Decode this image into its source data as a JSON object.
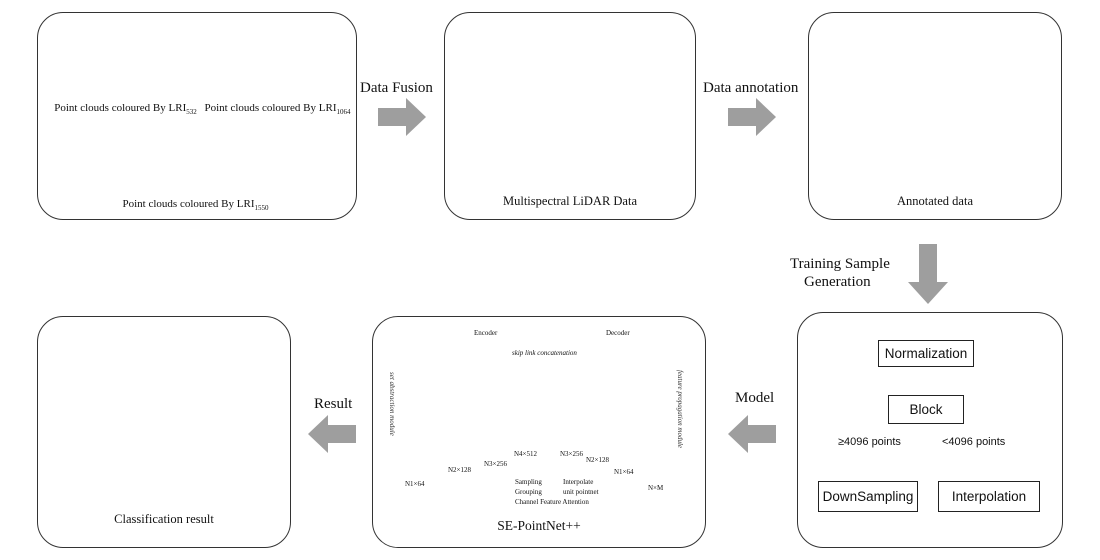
{
  "panels": {
    "input": {
      "label_532": {
        "text": "Point clouds coloured By LRI",
        "sub": "532"
      },
      "label_1064": {
        "text": "Point clouds coloured By LRI",
        "sub": "1064"
      },
      "label_1550": {
        "text": "Point clouds coloured By LRI",
        "sub": "1550"
      }
    },
    "fusion": {
      "caption": "Multispectral LiDAR Data"
    },
    "annotated": {
      "caption": "Annotated data"
    },
    "result": {
      "caption": "Classification result"
    },
    "model": {
      "caption": "SE-PointNet++"
    }
  },
  "arrows": {
    "data_fusion": "Data Fusion",
    "data_annotation": "Data annotation",
    "training_line1": "Training Sample",
    "training_line2": "Generation",
    "model": "Model",
    "result": "Result"
  },
  "flowchart": {
    "normalization": "Normalization",
    "block": "Block",
    "cond_left": "≥4096 points",
    "cond_right": "<4096 points",
    "downsampling": "DownSampling",
    "interpolation": "Interpolation"
  },
  "network": {
    "encoder": "Encoder",
    "decoder": "Decoder",
    "skip": "skip link concatenation",
    "set_abstraction": "set abstraction module",
    "feature_propagation": "feature propagation module",
    "dims": [
      "N1×64",
      "N2×128",
      "N3×256",
      "N4×512",
      "N3×256",
      "N2×128",
      "N1×64",
      "N×M"
    ],
    "legend": {
      "sampling": "Sampling",
      "grouping": "Grouping",
      "interpolate": "Interpolate",
      "unit_pointnet": "unit pointnet",
      "channel_attention": "Channel Feature Attention"
    }
  },
  "colors": {
    "sampling": "#5f9a43",
    "grouping": "#a8cf8a",
    "interpolate": "#f2c45a",
    "unit_pointnet": "#e07a22",
    "attention": "#f2b48e",
    "arrow_gray": "#9e9e9e",
    "class_green": "#2fd12f",
    "class_yellow": "#c8f035",
    "class_blue": "#2f3fd6",
    "class_red": "#e21c1c"
  }
}
